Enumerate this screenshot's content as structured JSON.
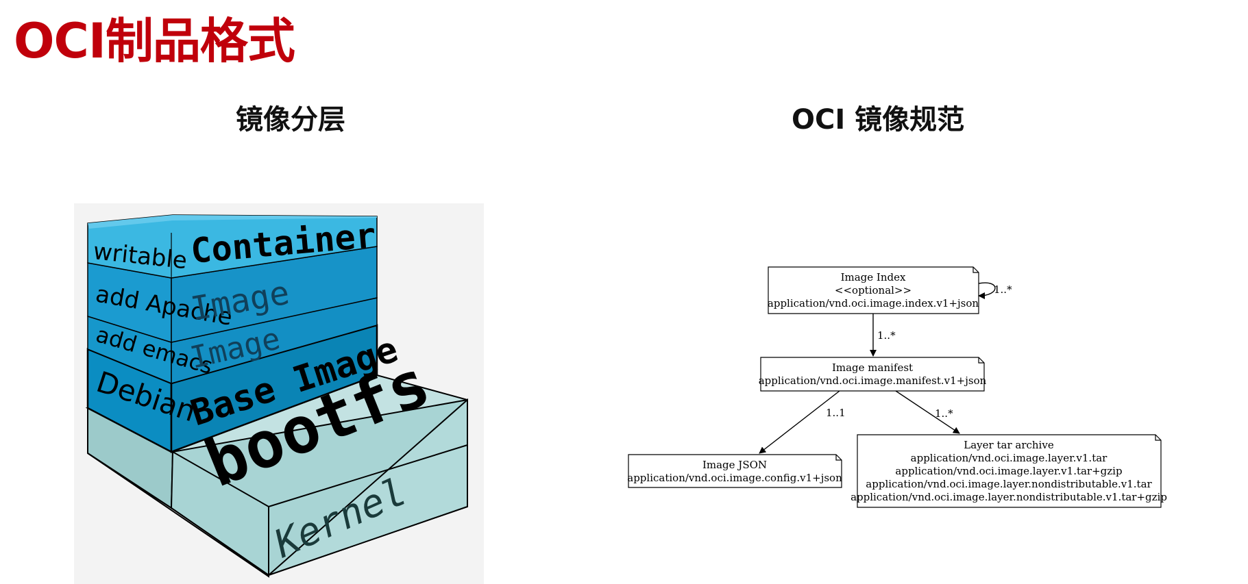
{
  "slide": {
    "title": "OCI制品格式",
    "left_heading": "镜像分层",
    "right_heading": "OCI 镜像规范"
  },
  "colors": {
    "title": "#c0000b",
    "layer_top": "#3bb8e2",
    "layer_mid": "#0b8dc2",
    "layer_base": "#0a84b5",
    "kernel_block": "#a8d2d2",
    "image_bg": "#f3f3f3"
  },
  "layers": {
    "writable": "writable",
    "container": "Container",
    "add_apache": "add Apache",
    "image_1": "Image",
    "add_emacs": "add emacs",
    "image_2": "Image",
    "debian": "Debian",
    "base_image": "Base Image",
    "bootfs": "bootfs",
    "kernel": "Kernel"
  },
  "spec": {
    "index": {
      "name": "Image Index",
      "note": "<<optional>>",
      "media_type": "application/vnd.oci.image.index.v1+json"
    },
    "manifest": {
      "name": "Image manifest",
      "media_type": "application/vnd.oci.image.manifest.v1+json"
    },
    "config": {
      "name": "Image JSON",
      "media_type": "application/vnd.oci.image.config.v1+json"
    },
    "layer": {
      "name": "Layer tar archive",
      "media_types": [
        "application/vnd.oci.image.layer.v1.tar",
        "application/vnd.oci.image.layer.v1.tar+gzip",
        "application/vnd.oci.image.layer.nondistributable.v1.tar",
        "application/vnd.oci.image.layer.nondistributable.v1.tar+gzip"
      ]
    },
    "edges": {
      "index_self": "1..*",
      "index_to_manifest": "1..*",
      "manifest_to_config": "1..1",
      "manifest_to_layer": "1..*"
    }
  }
}
